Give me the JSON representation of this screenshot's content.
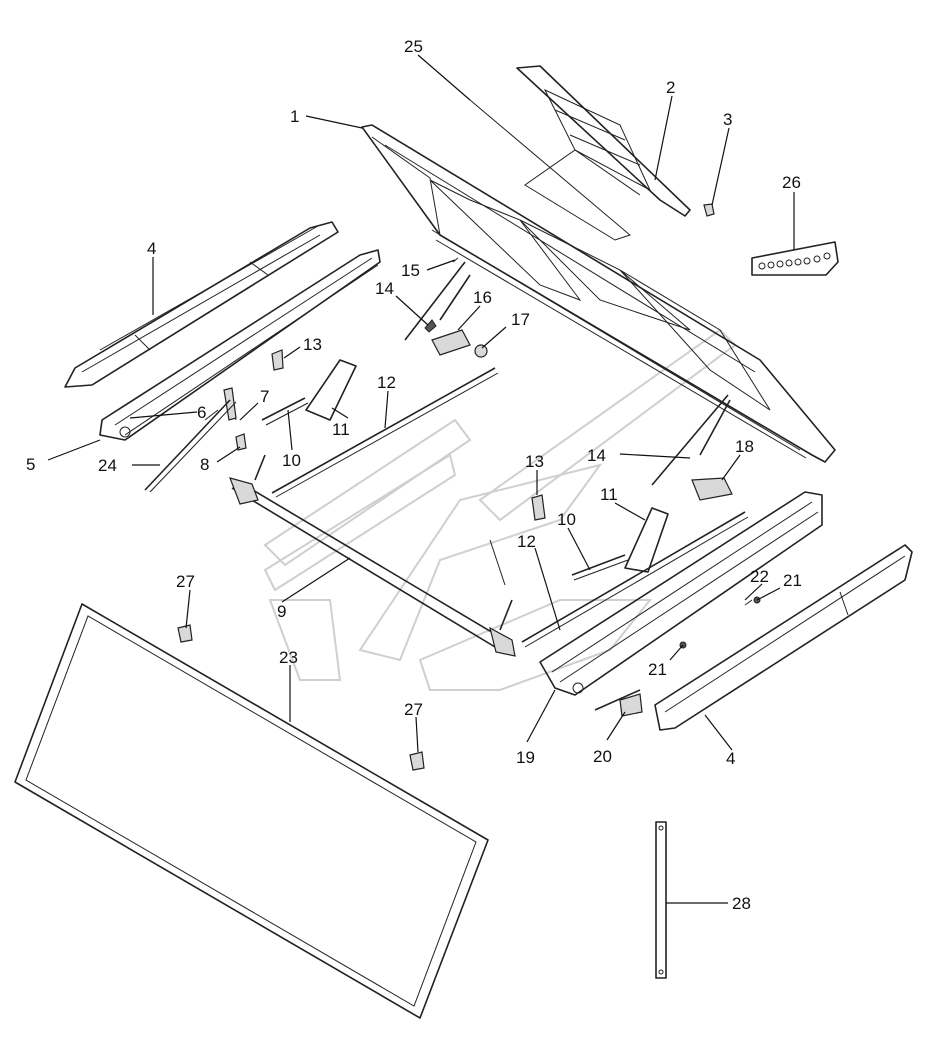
{
  "callouts": [
    {
      "id": "c25",
      "label": "25"
    },
    {
      "id": "c2",
      "label": "2"
    },
    {
      "id": "c1",
      "label": "1"
    },
    {
      "id": "c3",
      "label": "3"
    },
    {
      "id": "c26",
      "label": "26"
    },
    {
      "id": "c4a",
      "label": "4"
    },
    {
      "id": "c15",
      "label": "15"
    },
    {
      "id": "c14a",
      "label": "14"
    },
    {
      "id": "c16",
      "label": "16"
    },
    {
      "id": "c17",
      "label": "17"
    },
    {
      "id": "c13a",
      "label": "13"
    },
    {
      "id": "c12a",
      "label": "12"
    },
    {
      "id": "c7",
      "label": "7"
    },
    {
      "id": "c6",
      "label": "6"
    },
    {
      "id": "c11a",
      "label": "11"
    },
    {
      "id": "c5",
      "label": "5"
    },
    {
      "id": "c24",
      "label": "24"
    },
    {
      "id": "c8",
      "label": "8"
    },
    {
      "id": "c10a",
      "label": "10"
    },
    {
      "id": "c13b",
      "label": "13"
    },
    {
      "id": "c14b",
      "label": "14"
    },
    {
      "id": "c18",
      "label": "18"
    },
    {
      "id": "c11b",
      "label": "11"
    },
    {
      "id": "c10b",
      "label": "10"
    },
    {
      "id": "c12b",
      "label": "12"
    },
    {
      "id": "c27a",
      "label": "27"
    },
    {
      "id": "c22",
      "label": "22"
    },
    {
      "id": "c21a",
      "label": "21"
    },
    {
      "id": "c9",
      "label": "9"
    },
    {
      "id": "c23",
      "label": "23"
    },
    {
      "id": "c21b",
      "label": "21"
    },
    {
      "id": "c27b",
      "label": "27"
    },
    {
      "id": "c19",
      "label": "19"
    },
    {
      "id": "c20",
      "label": "20"
    },
    {
      "id": "c4b",
      "label": "4"
    },
    {
      "id": "c28",
      "label": "28"
    }
  ]
}
